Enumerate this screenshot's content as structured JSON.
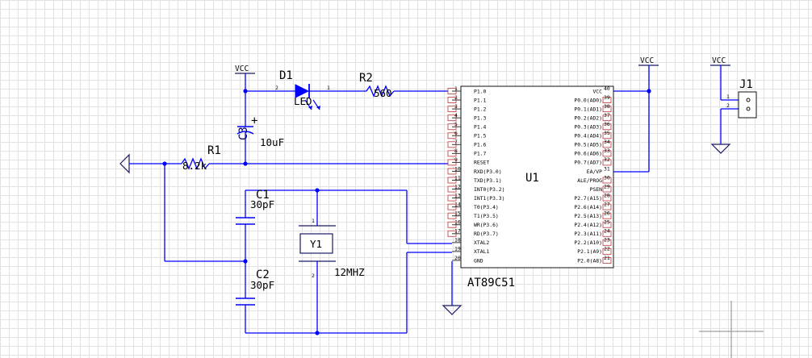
{
  "power": {
    "vcc": "VCC"
  },
  "components": {
    "d1": {
      "ref": "D1",
      "value": "LED",
      "pin_a": "2",
      "pin_k": "1"
    },
    "r2": {
      "ref": "R2",
      "value": "560"
    },
    "r1": {
      "ref": "R1",
      "value": "8.2k"
    },
    "c3": {
      "ref": "C3",
      "value": "10uF",
      "plus": "+"
    },
    "c1": {
      "ref": "C1",
      "value": "30pF"
    },
    "c2": {
      "ref": "C2",
      "value": "30pF"
    },
    "y1": {
      "ref": "Y1",
      "value": "12MHZ",
      "pin1": "1",
      "pin2": "2"
    },
    "j1": {
      "ref": "J1",
      "pin1": "1",
      "pin2": "2"
    },
    "u1": {
      "ref": "U1",
      "value": "AT89C51",
      "left_pins": [
        {
          "num": "1",
          "name": "P1.0"
        },
        {
          "num": "2",
          "name": "P1.1"
        },
        {
          "num": "3",
          "name": "P1.2"
        },
        {
          "num": "4",
          "name": "P1.3"
        },
        {
          "num": "5",
          "name": "P1.4"
        },
        {
          "num": "6",
          "name": "P1.5"
        },
        {
          "num": "7",
          "name": "P1.6"
        },
        {
          "num": "8",
          "name": "P1.7"
        },
        {
          "num": "9",
          "name": "RESET"
        },
        {
          "num": "10",
          "name": "RXD(P3.0)"
        },
        {
          "num": "11",
          "name": "TXD(P3.1)"
        },
        {
          "num": "12",
          "name": "INT0(P3.2)"
        },
        {
          "num": "13",
          "name": "INT1(P3.3)"
        },
        {
          "num": "14",
          "name": "T0(P3.4)"
        },
        {
          "num": "15",
          "name": "T1(P3.5)"
        },
        {
          "num": "16",
          "name": "WR(P3.6)"
        },
        {
          "num": "17",
          "name": "RD(P3.7)"
        },
        {
          "num": "18",
          "name": "XTAL2"
        },
        {
          "num": "19",
          "name": "XTAL1"
        },
        {
          "num": "20",
          "name": "GND"
        }
      ],
      "right_pins": [
        {
          "num": "40",
          "name": "VCC"
        },
        {
          "num": "39",
          "name": "P0.0(AD0)"
        },
        {
          "num": "38",
          "name": "P0.1(AD1)"
        },
        {
          "num": "37",
          "name": "P0.2(AD2)"
        },
        {
          "num": "36",
          "name": "P0.3(AD3)"
        },
        {
          "num": "35",
          "name": "P0.4(AD4)"
        },
        {
          "num": "34",
          "name": "P0.5(AD5)"
        },
        {
          "num": "33",
          "name": "P0.6(AD6)"
        },
        {
          "num": "32",
          "name": "P0.7(AD7)"
        },
        {
          "num": "31",
          "name": "EA/VP"
        },
        {
          "num": "30",
          "name": "ALE/PROG"
        },
        {
          "num": "29",
          "name": "PSEN"
        },
        {
          "num": "28",
          "name": "P2.7(A15)"
        },
        {
          "num": "27",
          "name": "P2.6(A14)"
        },
        {
          "num": "26",
          "name": "P2.5(A13)"
        },
        {
          "num": "25",
          "name": "P2.4(A12)"
        },
        {
          "num": "24",
          "name": "P2.3(A11)"
        },
        {
          "num": "23",
          "name": "P2.2(A10)"
        },
        {
          "num": "22",
          "name": "P2.1(A9)"
        },
        {
          "num": "21",
          "name": "P2.0(A8)"
        }
      ]
    }
  },
  "colors": {
    "wire": "#0000ff",
    "grid": "#e2e2e2",
    "pin_box": "#c84848",
    "body": "#1a1a66"
  }
}
